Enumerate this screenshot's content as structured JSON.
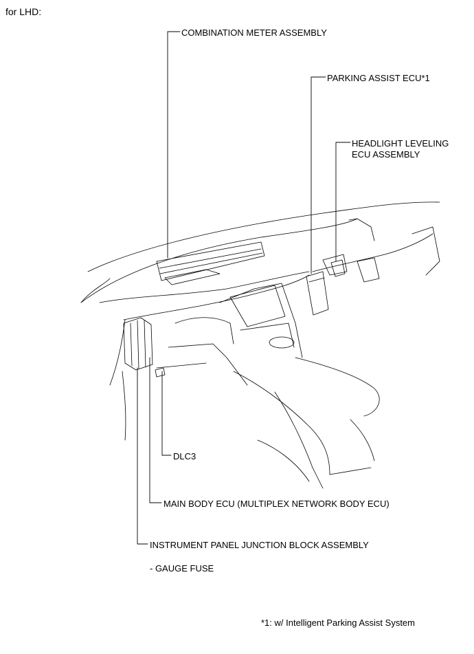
{
  "heading": "for LHD:",
  "labels": {
    "combination_meter": "COMBINATION METER ASSEMBLY",
    "parking_assist_ecu": "PARKING ASSIST ECU*1",
    "headlight_leveling_line1": "HEADLIGHT LEVELING",
    "headlight_leveling_line2": "ECU ASSEMBLY",
    "dlc3": "DLC3",
    "main_body_ecu": "MAIN BODY ECU (MULTIPLEX NETWORK BODY ECU)",
    "instrument_panel_jb": "INSTRUMENT PANEL JUNCTION BLOCK ASSEMBLY",
    "gauge_fuse": "- GAUGE FUSE"
  },
  "footnote": "*1: w/ Intelligent Parking Assist System"
}
